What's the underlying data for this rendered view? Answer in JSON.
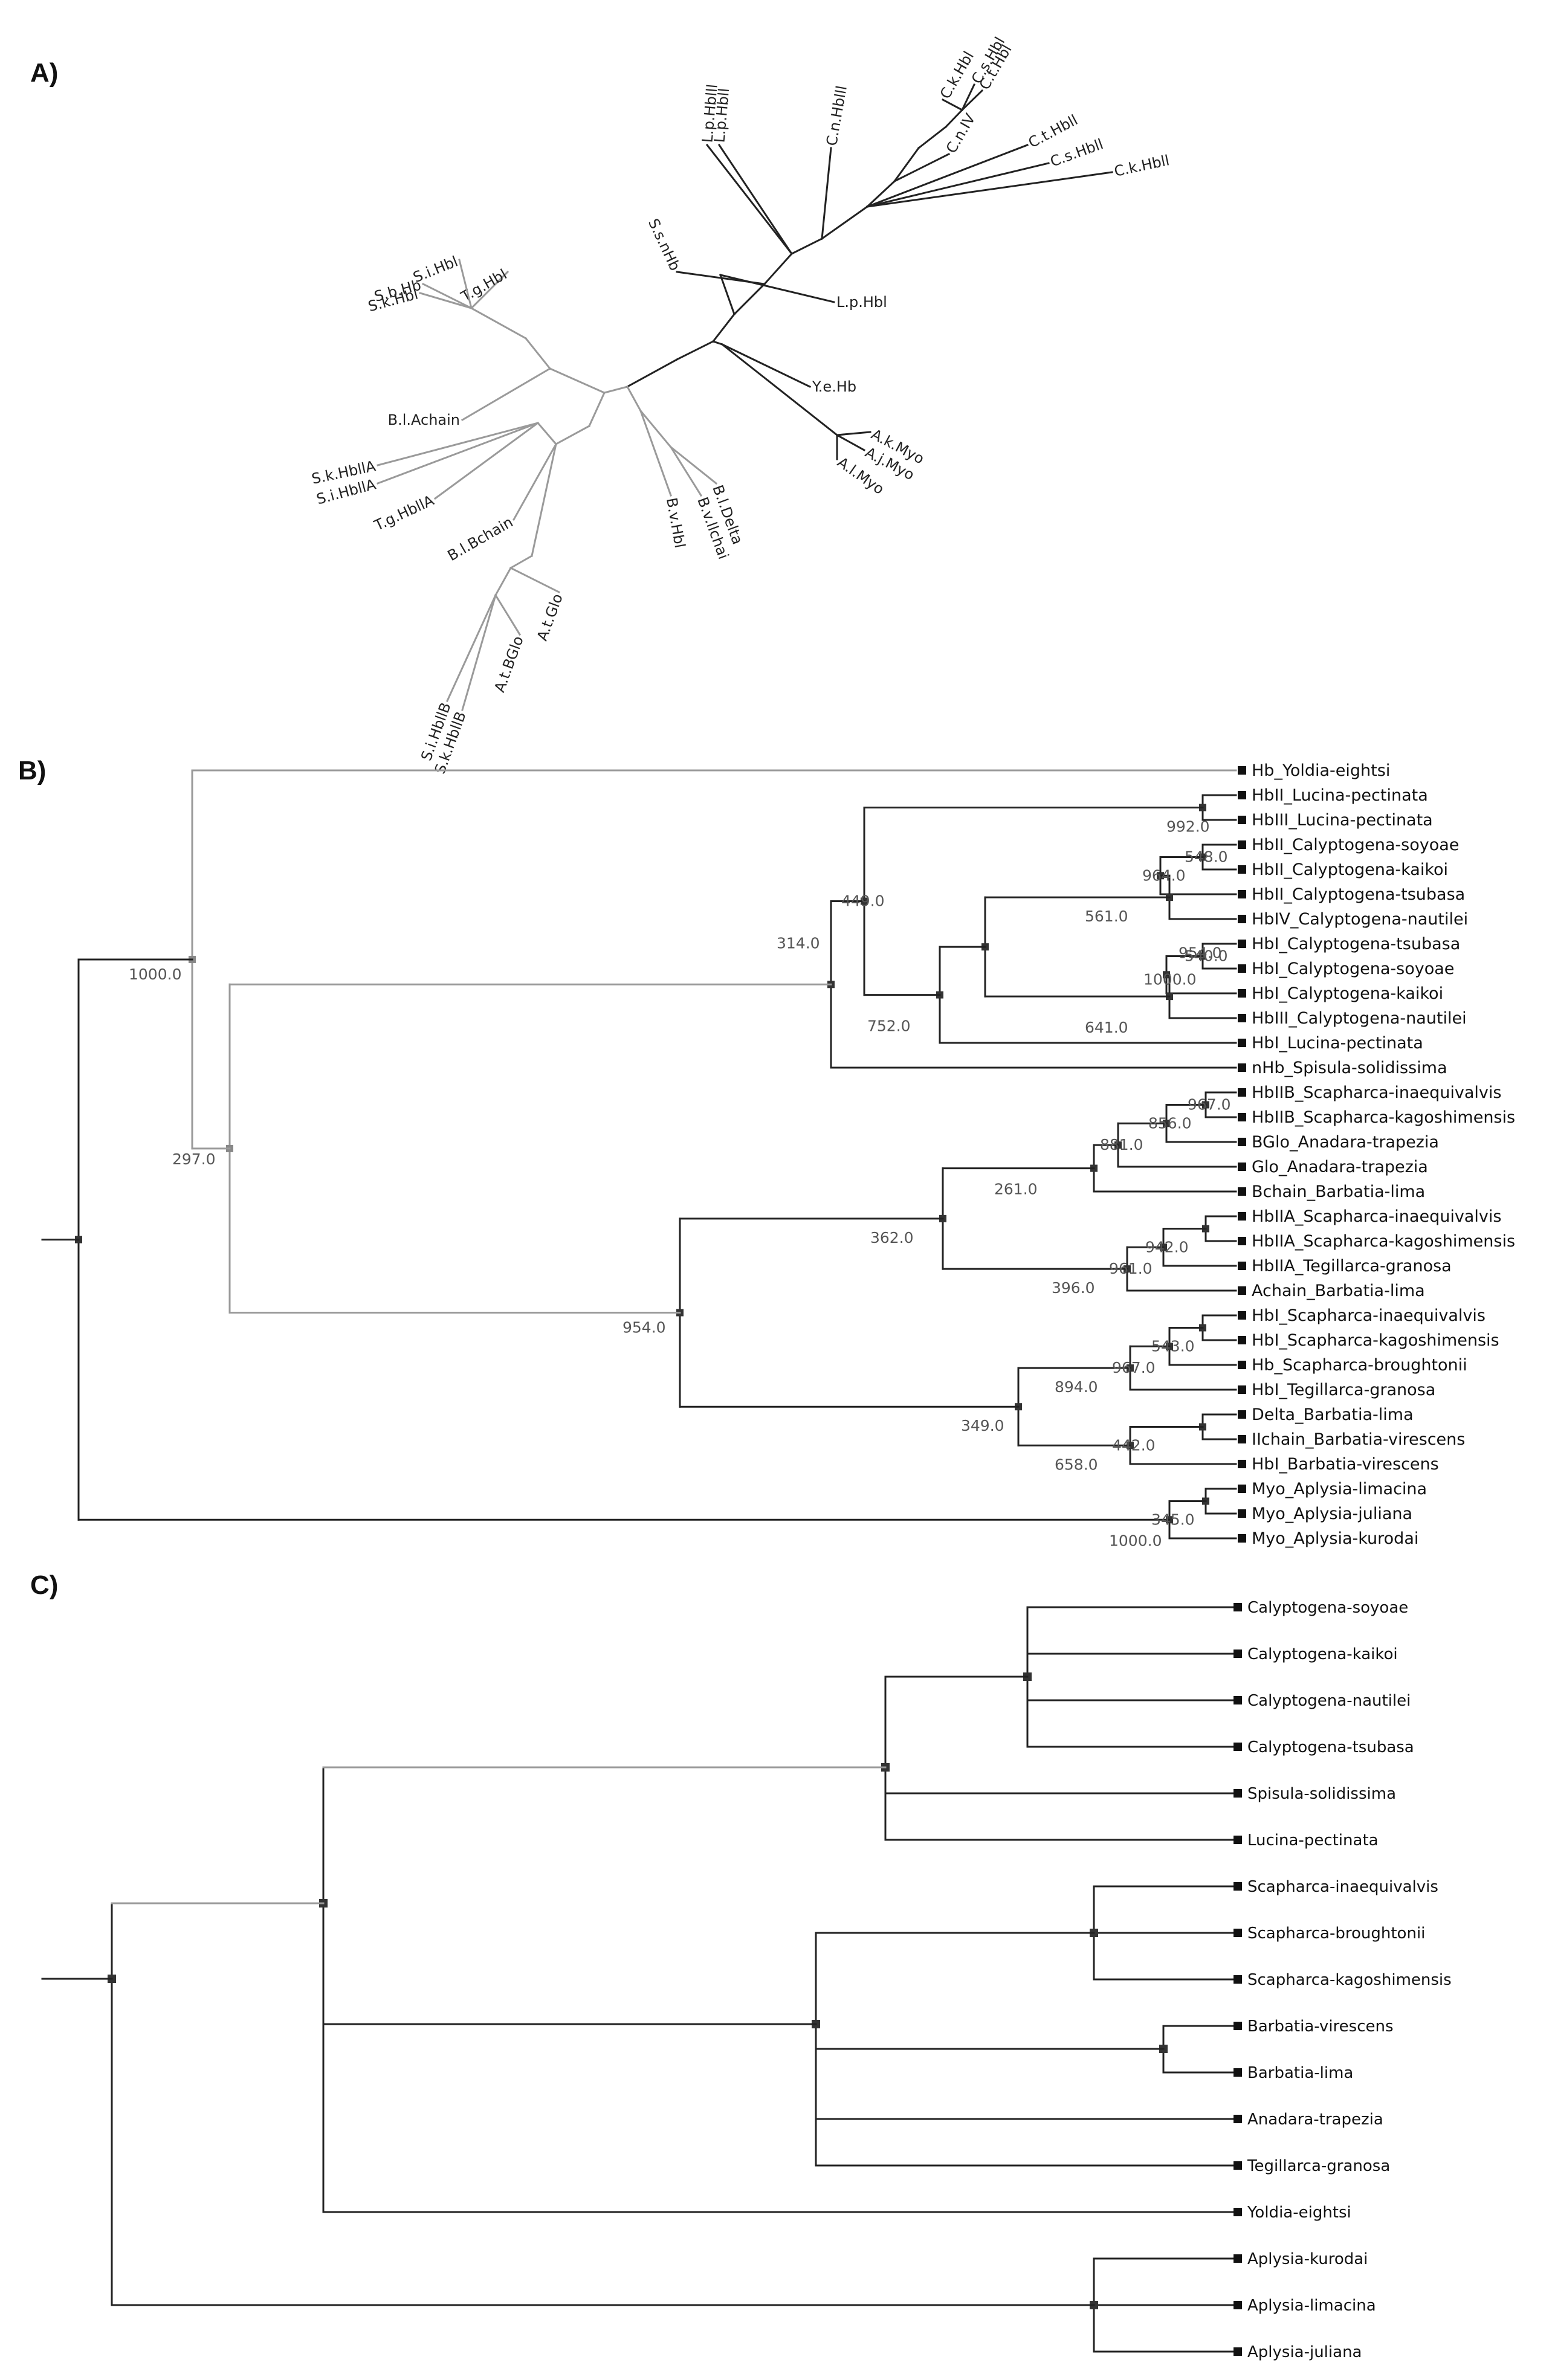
{
  "panel_labels": {
    "a": "A)",
    "b": "B)",
    "c": "C)"
  },
  "colors": {
    "dark": "#222222",
    "light": "#9a9a9a",
    "node": "#333333"
  },
  "panel_a": {
    "leaves": [
      "C.k.Hbl",
      "C.s.Hbl",
      "C.t.Hbl",
      "C.n.IV",
      "C.t.Hbll",
      "C.s.Hbll",
      "C.k.Hbll",
      "C.n.Hblll",
      "L.p.Hbll",
      "L.p.Hblll",
      "L.p.Hbl",
      "S.s.nHb",
      "Y.e.Hb",
      "A.k.Myo",
      "A.j.Myo",
      "A.l.Myo",
      "T.g.Hbl",
      "S.i.Hbl",
      "S.b.Hb",
      "S.k.Hbl",
      "B.l.Achain",
      "S.k.HbllA",
      "S.i.HbllA",
      "T.g.HbllA",
      "B.l.Bchain",
      "A.t.Glo",
      "A.t.BGlo",
      "S.i.HbllB",
      "S.k.HbllB",
      "B.v.Hbl",
      "B.v.llchai",
      "B.l.Delta"
    ]
  },
  "panel_b": {
    "leaves": [
      "Hb_Yoldia-eightsi",
      "HbII_Lucina-pectinata",
      "HbIII_Lucina-pectinata",
      "HbII_Calyptogena-soyoae",
      "HbII_Calyptogena-kaikoi",
      "HbII_Calyptogena-tsubasa",
      "HbIV_Calyptogena-nautilei",
      "HbI_Calyptogena-tsubasa",
      "HbI_Calyptogena-soyoae",
      "HbI_Calyptogena-kaikoi",
      "HbIII_Calyptogena-nautilei",
      "HbI_Lucina-pectinata",
      "nHb_Spisula-solidissima",
      "HbIIB_Scapharca-inaequivalvis",
      "HbIIB_Scapharca-kagoshimensis",
      "BGlo_Anadara-trapezia",
      "Glo_Anadara-trapezia",
      "Bchain_Barbatia-lima",
      "HbIIA_Scapharca-inaequivalvis",
      "HbIIA_Scapharca-kagoshimensis",
      "HbIIA_Tegillarca-granosa",
      "Achain_Barbatia-lima",
      "HbI_Scapharca-inaequivalvis",
      "HbI_Scapharca-kagoshimensis",
      "Hb_Scapharca-broughtonii",
      "HbI_Tegillarca-granosa",
      "Delta_Barbatia-lima",
      "IIchain_Barbatia-virescens",
      "HbI_Barbatia-virescens",
      "Myo_Aplysia-limacina",
      "Myo_Aplysia-juliana",
      "Myo_Aplysia-kurodai"
    ],
    "bootstrap": [
      "1000.0",
      "297.0",
      "314.0",
      "449.0",
      "992.0",
      "752.0",
      "954.0",
      "548.0",
      "964.0",
      "561.0",
      "641.0",
      "1000.0",
      "540.0",
      "954.0",
      "261.0",
      "362.0",
      "881.0",
      "856.0",
      "967.0",
      "396.0",
      "961.0",
      "942.0",
      "349.0",
      "894.0",
      "967.0",
      "543.0",
      "658.0",
      "442.0",
      "1000.0",
      "345.0"
    ]
  },
  "panel_c": {
    "leaves": [
      "Calyptogena-soyoae",
      "Calyptogena-kaikoi",
      "Calyptogena-nautilei",
      "Calyptogena-tsubasa",
      "Spisula-solidissima",
      "Lucina-pectinata",
      "Scapharca-inaequivalvis",
      "Scapharca-broughtonii",
      "Scapharca-kagoshimensis",
      "Barbatia-virescens",
      "Barbatia-lima",
      "Anadara-trapezia",
      "Tegillarca-granosa",
      "Yoldia-eightsi",
      "Aplysia-kurodai",
      "Aplysia-limacina",
      "Aplysia-juliana"
    ]
  }
}
